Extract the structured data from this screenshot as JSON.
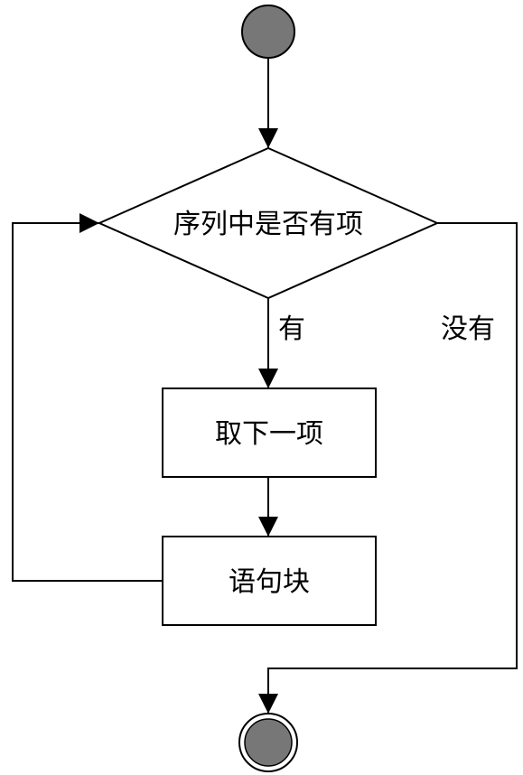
{
  "diagram": {
    "nodes": {
      "start": {
        "shape": "circle",
        "fill": "#777777"
      },
      "decision": {
        "shape": "diamond",
        "label": "序列中是否有项"
      },
      "take_next": {
        "shape": "rect",
        "label": "取下一项"
      },
      "block": {
        "shape": "rect",
        "label": "语句块"
      },
      "end": {
        "shape": "double-circle",
        "fill": "#777777"
      }
    },
    "edges": {
      "yes": {
        "label": "有"
      },
      "no": {
        "label": "没有"
      }
    },
    "colors": {
      "stroke": "#000000",
      "node_fill": "#ffffff",
      "terminal_fill": "#777777"
    }
  }
}
